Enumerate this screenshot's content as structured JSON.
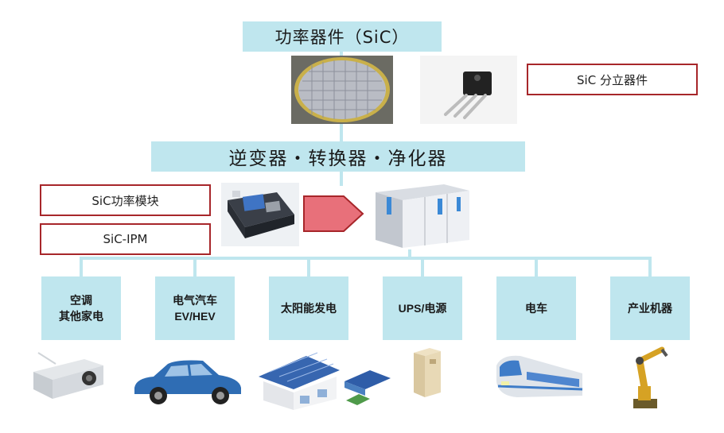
{
  "title": "功率器件（SiC）",
  "middle": "逆变器・转换器・净化器",
  "labels": {
    "discrete": "SiC 分立器件",
    "module": "SiC功率模块",
    "ipm": "SiC-IPM"
  },
  "applications": [
    {
      "label": "空调\n其他家电",
      "icon": "air-conditioner-icon"
    },
    {
      "label": "电气汽车\nEV/HEV",
      "icon": "car-icon"
    },
    {
      "label": "太阳能发电",
      "icon": "solar-house-icon"
    },
    {
      "label": "UPS/电源",
      "icon": "ups-cabinet-icon"
    },
    {
      "label": "电车",
      "icon": "train-icon"
    },
    {
      "label": "产业机器",
      "icon": "robot-arm-icon"
    }
  ],
  "colors": {
    "box_fill": "#bfe6ee",
    "red_border": "#a7262a",
    "arrow": "#e8707a"
  }
}
